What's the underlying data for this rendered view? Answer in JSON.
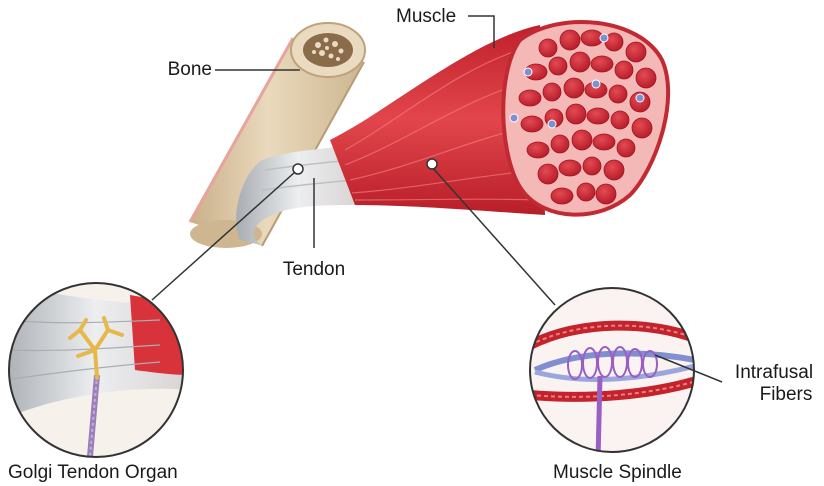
{
  "diagram": {
    "labels": {
      "bone": "Bone",
      "muscle": "Muscle",
      "tendon": "Tendon",
      "intrafusal_line1": "Intrafusal",
      "intrafusal_line2": "Fibers",
      "golgi": "Golgi Tendon Organ",
      "spindle": "Muscle Spindle"
    },
    "colors": {
      "muscle_red": "#d8323b",
      "muscle_dark": "#b51f2a",
      "fascicle_fill": "#c8242f",
      "fascicle_bg": "#f4b9b6",
      "bone_tan": "#d9c6a8",
      "bone_marrow": "#8a6b4a",
      "tendon_grey": "#d7d9dc",
      "nerve_gold": "#e6b84a",
      "spindle_purple": "#9a5fc4",
      "spindle_blue": "#7f8fd0",
      "leader_line": "#333333"
    }
  }
}
